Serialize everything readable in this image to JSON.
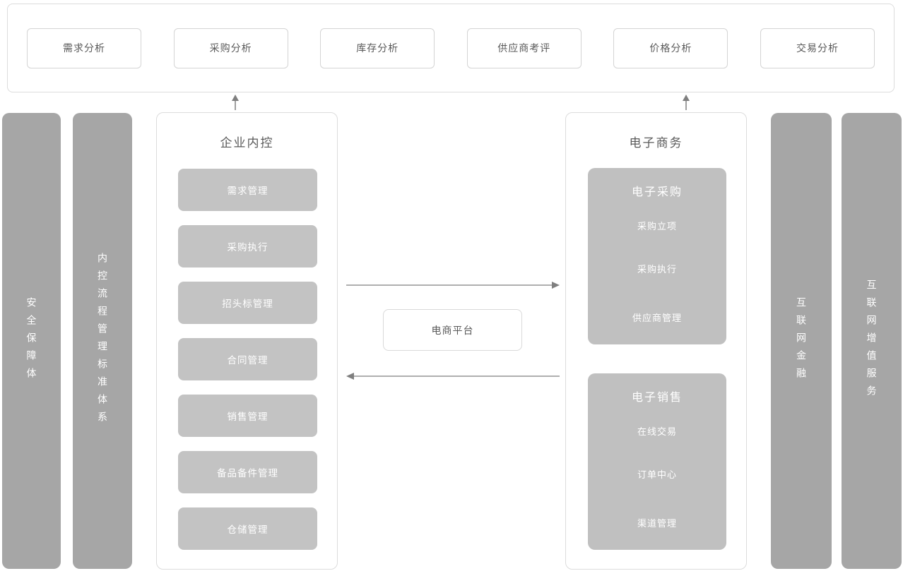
{
  "top_panel": {
    "items": [
      "需求分析",
      "采购分析",
      "库存分析",
      "供应商考评",
      "价格分析",
      "交易分析"
    ]
  },
  "pillars": {
    "left_1": "安全保障体",
    "left_2": "内控流程管理标准体系",
    "right_1": "互联网金融",
    "right_2": "互联网增值服务"
  },
  "internal_control": {
    "title": "企业内控",
    "items": [
      "需求管理",
      "采购执行",
      "招头标管理",
      "合同管理",
      "销售管理",
      "备品备件管理",
      "仓储管理"
    ]
  },
  "platform": {
    "label": "电商平台"
  },
  "ecommerce": {
    "title": "电子商务",
    "procurement": {
      "title": "电子采购",
      "items": [
        "采购立项",
        "采购执行",
        "供应商管理"
      ]
    },
    "sales": {
      "title": "电子销售",
      "items": [
        "在线交易",
        "订单中心",
        "渠道管理"
      ]
    }
  },
  "icons": {
    "up_arrow": "arrow pointing up",
    "right_arrow": "arrow pointing right",
    "left_arrow": "arrow pointing left"
  },
  "colors": {
    "pillar_gray": "#a6a6a6",
    "node_gray": "#c3c3c3",
    "panel_gray": "#c0c0c0",
    "border_light": "#dcdcdc",
    "border_node": "#d4d4d4",
    "text_dark": "#595959",
    "text_white": "#ffffff",
    "arrow_gray": "#7f7f7f"
  }
}
